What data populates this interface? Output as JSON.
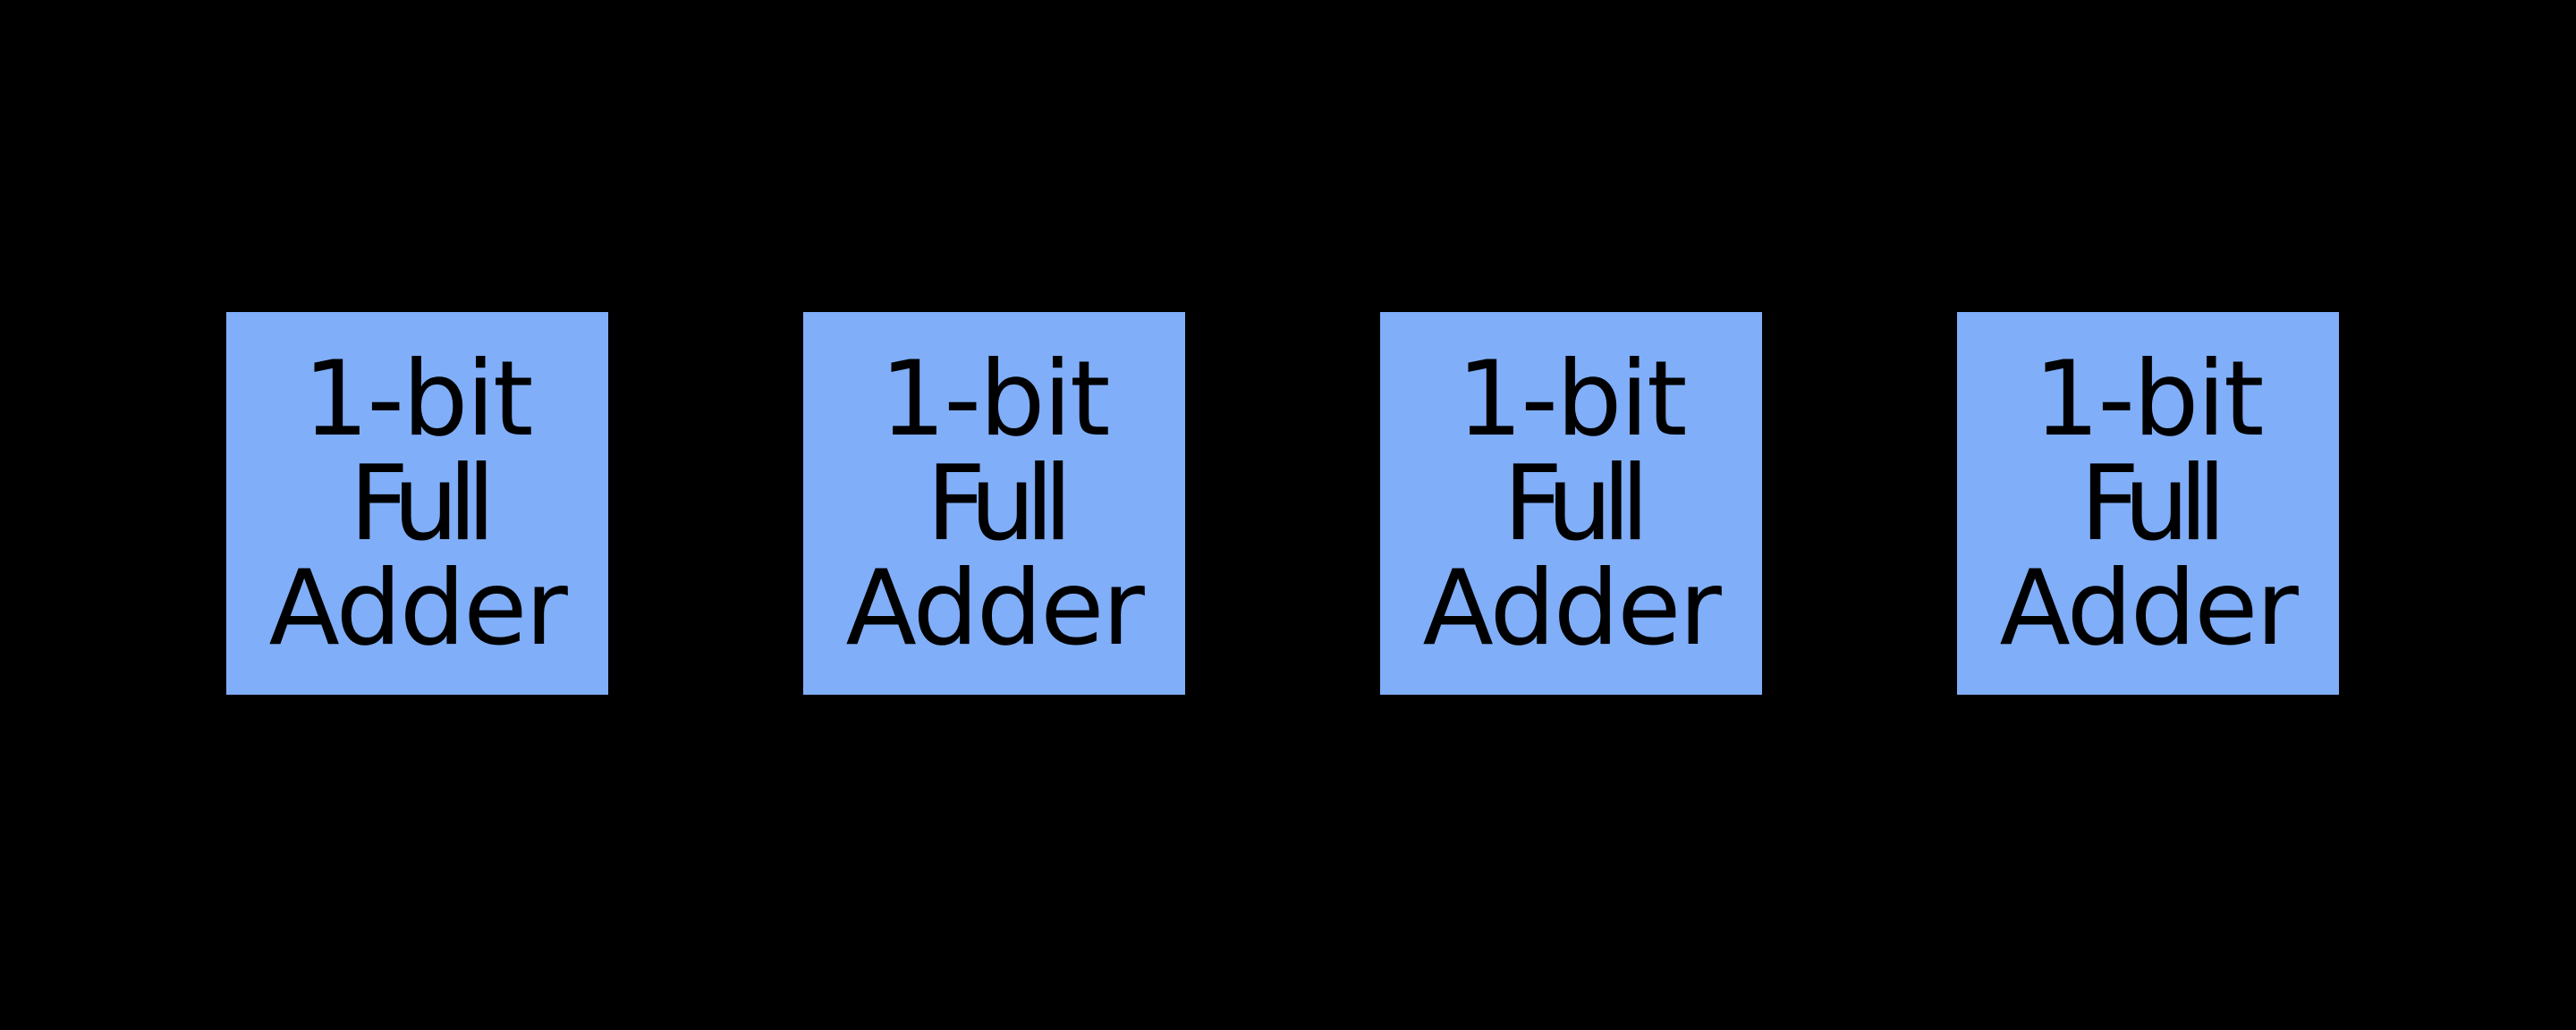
{
  "diagram": {
    "background_color": "#000000",
    "block_fill_color": "#80AEF8",
    "block_text_color": "#000000",
    "blocks": [
      {
        "lines": [
          "1-bit",
          "Full",
          "Adder"
        ]
      },
      {
        "lines": [
          "1-bit",
          "Full",
          "Adder"
        ]
      },
      {
        "lines": [
          "1-bit",
          "Full",
          "Adder"
        ]
      },
      {
        "lines": [
          "1-bit",
          "Full",
          "Adder"
        ]
      }
    ]
  }
}
